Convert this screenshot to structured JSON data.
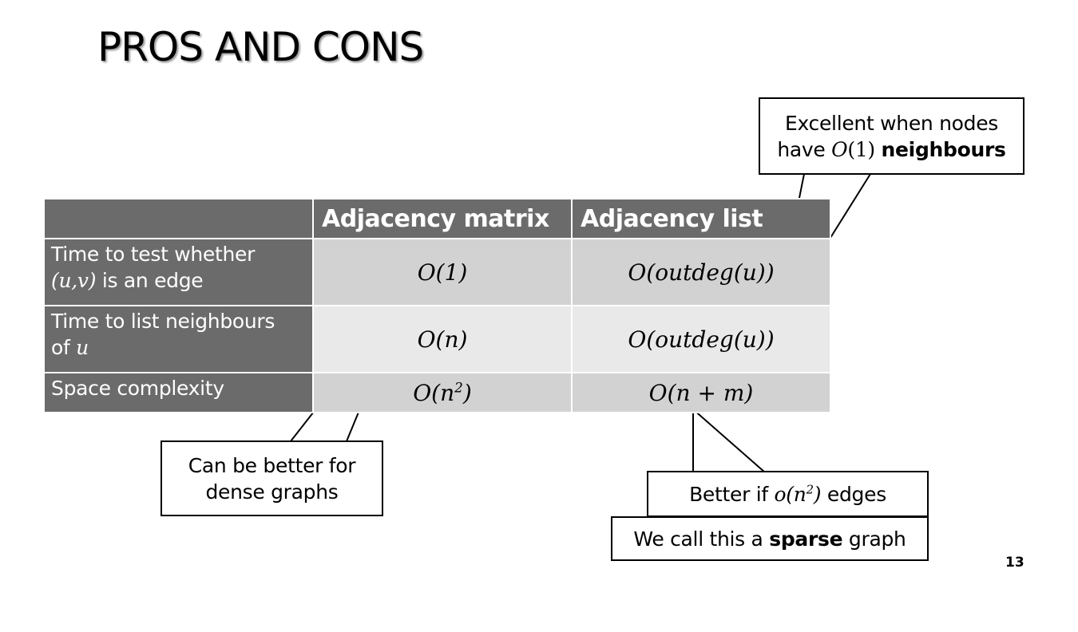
{
  "slide": {
    "title": "PROS AND CONS",
    "page_number": "13"
  },
  "table": {
    "headers": [
      "",
      "Adjacency matrix",
      "Adjacency list"
    ],
    "rows": [
      {
        "label_pre": "Time to test whether",
        "label_math": "(u,v)",
        "label_post": " is an edge",
        "matrix": "O(1)",
        "list": "O(outdeg(u))"
      },
      {
        "label_pre": "Time to list neighbours",
        "label_math_prefix": "of ",
        "label_math": "u",
        "matrix": "O(n)",
        "list": "O(outdeg(u))"
      },
      {
        "label": "Space complexity",
        "matrix_base": "O(n",
        "matrix_sup": "2",
        "matrix_close": ")",
        "list": "O(n + m)"
      }
    ]
  },
  "callouts": {
    "neighbours": {
      "line1": "Excellent when nodes",
      "line2_pre": "have ",
      "line2_math": "O",
      "line2_math2": "(1)",
      "line2_bold": "neighbours"
    },
    "dense": {
      "line1": "Can be better for",
      "line2": "dense graphs"
    },
    "better": {
      "pre": "Better if ",
      "math_base": "o(n",
      "math_sup": "2",
      "math_close": ")",
      "post": " edges"
    },
    "sparse": {
      "pre": "We call this a ",
      "bold": "sparse",
      "post": " graph"
    }
  }
}
